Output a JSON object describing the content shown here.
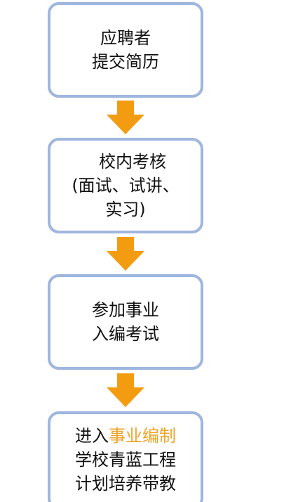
{
  "colors": {
    "box_border": "#9fb6de",
    "arrow": "#f39c12",
    "highlight_text": "#f0a32a"
  },
  "steps": [
    {
      "lines": [
        "应聘者",
        "提交简历"
      ]
    },
    {
      "lines": [
        "校内考核",
        "(面试、试讲、",
        "实习)"
      ]
    },
    {
      "lines": [
        "参加事业",
        "入编考试"
      ]
    },
    {
      "line1_prefix": "进入",
      "line1_highlight": "事业编制",
      "lines": [
        "学校青蓝工程",
        "计划培养带教"
      ]
    }
  ]
}
